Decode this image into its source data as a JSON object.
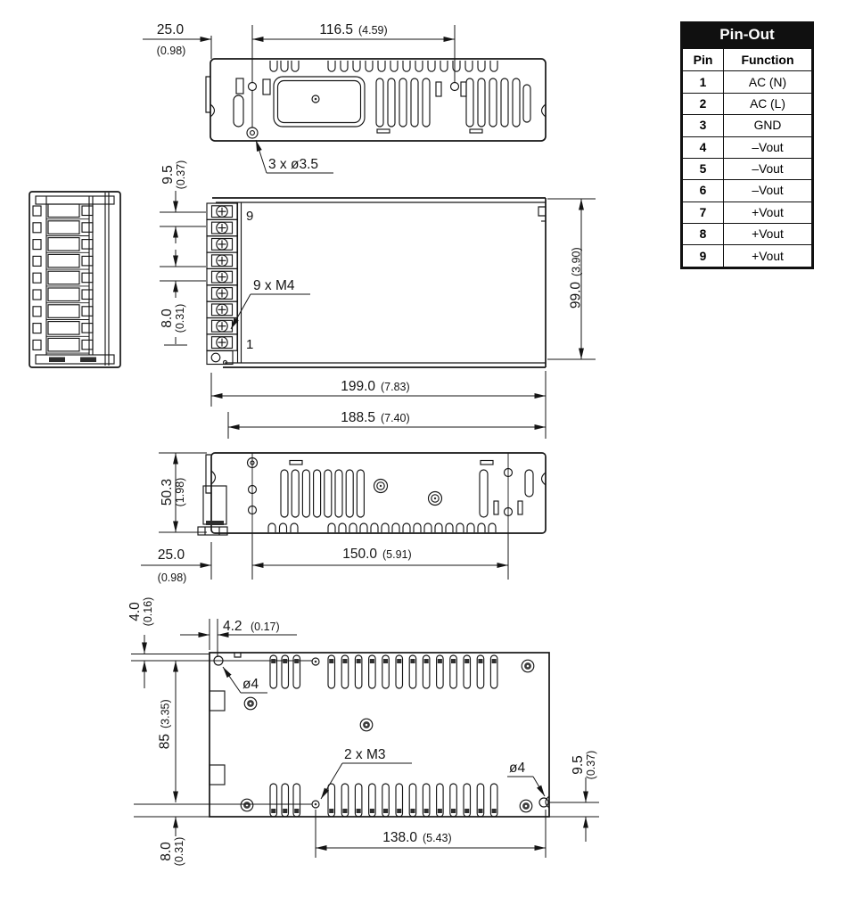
{
  "colors": {
    "ink": "#141414",
    "paper": "#ffffff",
    "table_header_bg": "#101010",
    "table_header_text": "#ffffff"
  },
  "pinout": {
    "title": "Pin-Out",
    "col_pin": "Pin",
    "col_function": "Function",
    "rows": [
      {
        "pin": "1",
        "function": "AC (N)"
      },
      {
        "pin": "2",
        "function": "AC (L)"
      },
      {
        "pin": "3",
        "function": "GND"
      },
      {
        "pin": "4",
        "function": "–Vout"
      },
      {
        "pin": "5",
        "function": "–Vout"
      },
      {
        "pin": "6",
        "function": "–Vout"
      },
      {
        "pin": "7",
        "function": "+Vout"
      },
      {
        "pin": "8",
        "function": "+Vout"
      },
      {
        "pin": "9",
        "function": "+Vout"
      }
    ]
  },
  "dims": {
    "top_offset": {
      "v": "25.0",
      "p": "(0.98)"
    },
    "top_span": {
      "v": "116.5",
      "p": "(4.59)"
    },
    "top_holes_note": "3 x ø3.5",
    "front_pitch": {
      "v": "9.5",
      "p": "(0.37)"
    },
    "front_gap": {
      "v": "8.0",
      "p": "(0.31)"
    },
    "front_screws_note": "9 x M4",
    "front_terminal_top": "9",
    "front_terminal_bottom": "1",
    "front_height": {
      "v": "99.0",
      "p": "(3.90)"
    },
    "overall_width": {
      "v": "199.0",
      "p": "(7.83)"
    },
    "body_width": {
      "v": "188.5",
      "p": "(7.40)"
    },
    "side_height": {
      "v": "50.3",
      "p": "(1.98)"
    },
    "side_offset": {
      "v": "25.0",
      "p": "(0.98)"
    },
    "side_span": {
      "v": "150.0",
      "p": "(5.91)"
    },
    "bottom_top_offset": {
      "v": "4.0",
      "p": "(0.16)"
    },
    "bottom_left_offset": {
      "v": "4.2",
      "p": "(0.17)"
    },
    "bottom_hole_left": "ø4",
    "bottom_height": {
      "v": "85",
      "p": "(3.35)"
    },
    "bottom_screws_note": "2 x M3",
    "bottom_hole_right": "ø4",
    "bottom_right_offset": {
      "v": "9.5",
      "p": "(0.37)"
    },
    "bottom_bottom_offset": {
      "v": "8.0",
      "p": "(0.31)"
    },
    "bottom_span": {
      "v": "138.0",
      "p": "(5.43)"
    }
  }
}
